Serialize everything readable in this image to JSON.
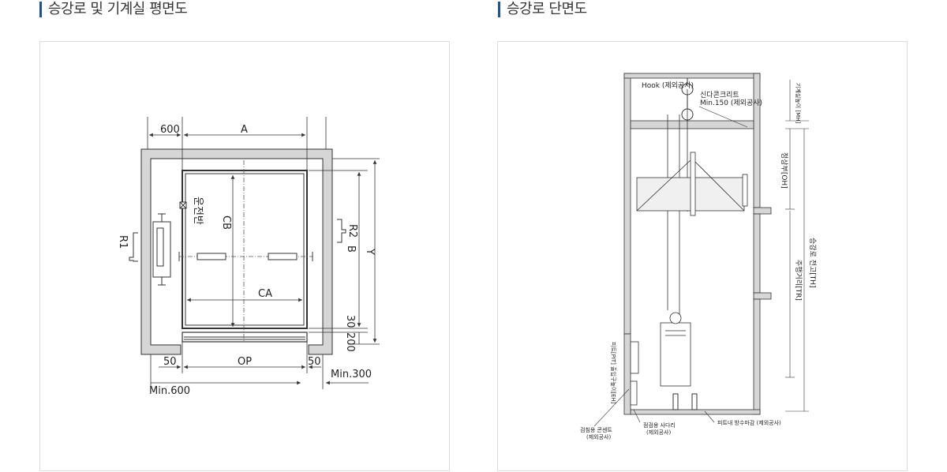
{
  "colors": {
    "accent": "#1e4f9c",
    "wall": "#d6d6d6",
    "line": "#333333"
  },
  "left_section": {
    "title": "승강로 및 기계실 평면도",
    "labels": {
      "w600": "600",
      "a": "A",
      "r1": "R1",
      "r2": "R2",
      "b": "B",
      "y": "Y",
      "cb": "CB",
      "ca": "CA",
      "panel": "운전반",
      "d30": "30",
      "d200": "200",
      "d50l": "50",
      "op": "OP",
      "d50r": "50",
      "min600": "Min.600",
      "min300": "Min.300"
    }
  },
  "right_section": {
    "title": "승강로 단면도",
    "labels": {
      "hook": "Hook (제외공사)",
      "concrete1": "신다콘크리트",
      "concrete2": "Min.150 (제외공사)",
      "mh": "기계실높이 [MH]",
      "oh": "정상부[OH]",
      "th": "승강로 전고[TH]",
      "tr": "주행거리[TR]",
      "pit_eh": "피트[PIT] 출입구높이[EH]",
      "outlet1": "검침용 콘센트",
      "outlet2": "(제외공사)",
      "ladder1": "점검용 사다리",
      "ladder2": "(제외공사)",
      "waterproof": "피트내 방수마감 (제외공사)"
    }
  }
}
